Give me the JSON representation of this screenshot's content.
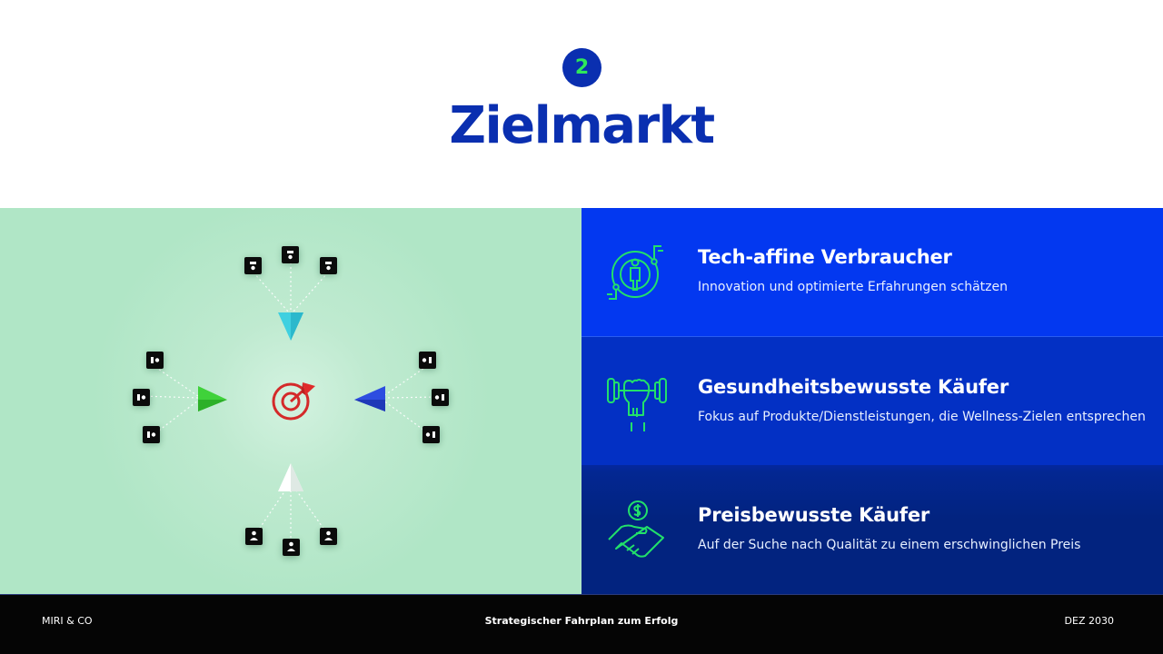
{
  "header": {
    "section_number": "2",
    "title": "Zielmarkt"
  },
  "illustration": {
    "description": "target-with-paper-planes",
    "center_icon": "target-dart-icon",
    "planes": [
      {
        "direction": "down",
        "color": "#3fd0e0"
      },
      {
        "direction": "right",
        "color": "#3fd23a"
      },
      {
        "direction": "left",
        "color": "#2d4de0"
      },
      {
        "direction": "up",
        "color": "#ffffff"
      }
    ],
    "colors": {
      "background": "#b0e6c6",
      "target": "#d42a2a",
      "node": "#0b0b0b"
    }
  },
  "segments": [
    {
      "icon": "person-cycle-icon",
      "title": "Tech-affine Verbraucher",
      "description": "Innovation und optimierte Erfahrungen schätzen",
      "background": "#0338f0"
    },
    {
      "icon": "fist-dumbbell-icon",
      "title": "Gesundheitsbewusste Käufer",
      "description": "Fokus auf Produkte/Dienstleistungen, die Wellness-Zielen entsprechen",
      "background": "#0330c4"
    },
    {
      "icon": "handshake-dollar-icon",
      "title": "Preisbewusste Käufer",
      "description": "Auf der Suche nach Qualität zu einem erschwinglichen Preis",
      "background": "#02237f"
    }
  ],
  "footer": {
    "left": "MIRI & CO",
    "center": "Strategischer Fahrplan zum Erfolg",
    "right": "DEZ 2030"
  },
  "colors": {
    "accent_blue": "#0a2fb0",
    "accent_green": "#2ee85a",
    "icon_green": "#22e06a"
  }
}
